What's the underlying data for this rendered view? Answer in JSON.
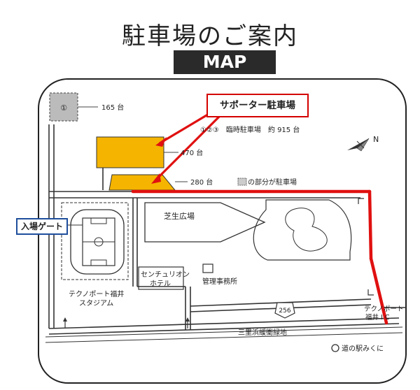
{
  "title": "駐車場のご案内",
  "banner": "MAP",
  "lots": {
    "lot1_marker": "①",
    "lot1_count": "165 台",
    "lot2_count": "470 台",
    "lot3_count": "280 台",
    "temporary_note": "①②③　臨時駐車場　約 915 台",
    "legend_note": "の部分が駐車場"
  },
  "callouts": {
    "supporter_parking": "サポーター駐車場",
    "entrance_gate": "入場ゲート"
  },
  "places": {
    "lawn_plaza": "芝生広場",
    "hotel_line1": "センチュリオン",
    "hotel_line2": "ホテル",
    "admin_office": "管理事務所",
    "stadium_line1": "テクノポート福井",
    "stadium_line2": "スタジアム",
    "ic_line1": "テクノポート",
    "ic_line2": "福井 I C",
    "road_station": "道の駅みくに",
    "railway": "三里浜緩衝緑地",
    "route_number": "256",
    "north": "N"
  },
  "colors": {
    "parking": "#f5b400",
    "route": "#e01010",
    "callout_red": "#d40000",
    "callout_blue": "#1f4e9c"
  }
}
